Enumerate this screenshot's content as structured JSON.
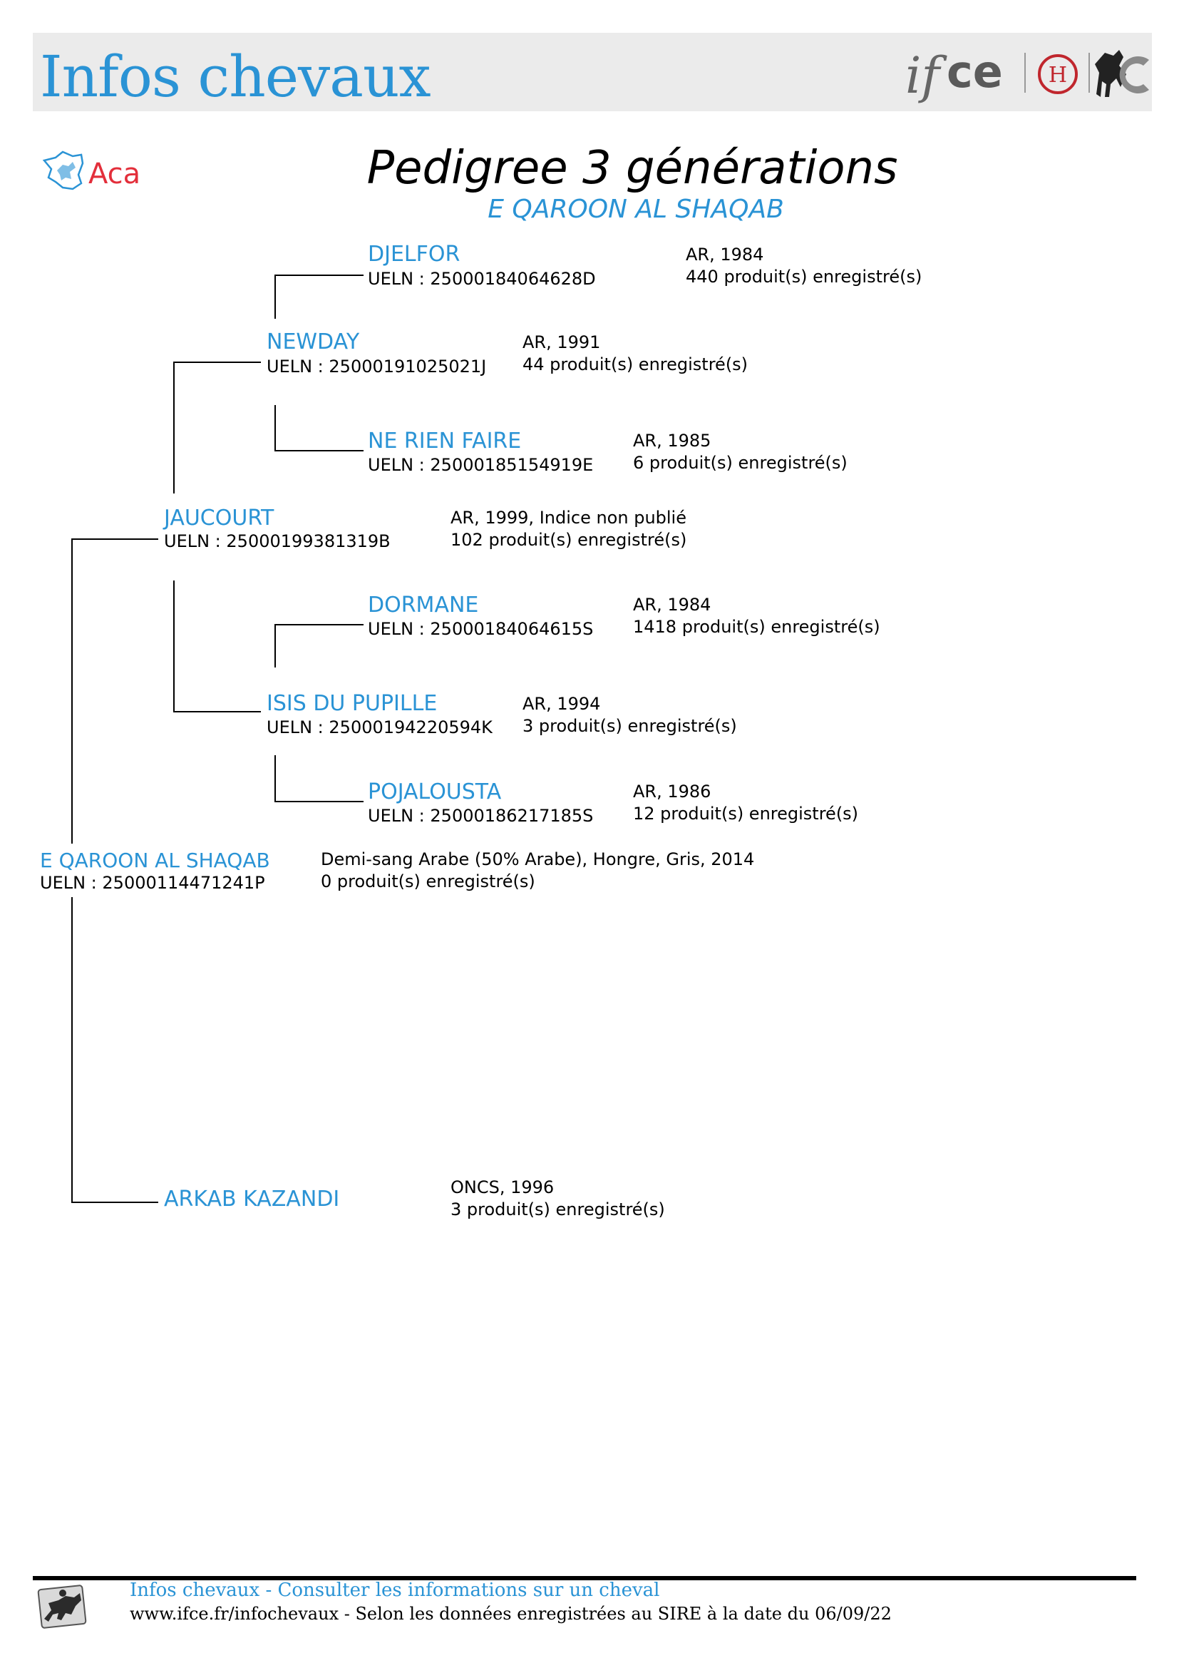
{
  "header": {
    "title": "Infos chevaux",
    "logo_text": "ifce"
  },
  "document": {
    "title": "Pedigree 3 générations",
    "subtitle": "E QAROON AL SHAQAB"
  },
  "horses": {
    "djelfor": {
      "name": "DJELFOR",
      "ueln": "UELN : 25000184064628D",
      "info1": "AR, 1984",
      "info2": "440 produit(s) enregistré(s)"
    },
    "newday": {
      "name": "NEWDAY",
      "ueln": "UELN : 25000191025021J",
      "info1": "AR, 1991",
      "info2": "44 produit(s) enregistré(s)"
    },
    "nerienfaire": {
      "name": "NE RIEN FAIRE",
      "ueln": "UELN : 25000185154919E",
      "info1": "AR, 1985",
      "info2": "6 produit(s) enregistré(s)"
    },
    "jaucourt": {
      "name": "JAUCOURT",
      "ueln": "UELN : 25000199381319B",
      "info1": "AR, 1999, Indice non publié",
      "info2": "102 produit(s) enregistré(s)"
    },
    "dormane": {
      "name": "DORMANE",
      "ueln": "UELN : 25000184064615S",
      "info1": "AR, 1984",
      "info2": "1418 produit(s) enregistré(s)"
    },
    "isis": {
      "name": "ISIS DU PUPILLE",
      "ueln": "UELN : 25000194220594K",
      "info1": "AR, 1994",
      "info2": "3 produit(s) enregistré(s)"
    },
    "pojalousta": {
      "name": "POJALOUSTA",
      "ueln": "UELN : 25000186217185S",
      "info1": "AR, 1986",
      "info2": "12 produit(s) enregistré(s)"
    },
    "subject": {
      "name": "E QAROON AL SHAQAB",
      "ueln": "UELN : 25000114471241P",
      "info1": "Demi-sang Arabe (50% Arabe), Hongre, Gris, 2014",
      "info2": "0 produit(s) enregistré(s)"
    },
    "arkab": {
      "name": "ARKAB KAZANDI",
      "info1": "ONCS, 1996",
      "info2": "3 produit(s) enregistré(s)"
    }
  },
  "footer": {
    "line1": "Infos chevaux - Consulter les informations sur un cheval",
    "line2": "www.ifce.fr/infochevaux - Selon les données enregistrées au SIRE à la date du 06/09/22"
  },
  "colors": {
    "accent": "#2a93d5",
    "header_bg": "#ebebeb",
    "logo_red": "#c0262d",
    "logo_grey": "#5a5a5a"
  }
}
